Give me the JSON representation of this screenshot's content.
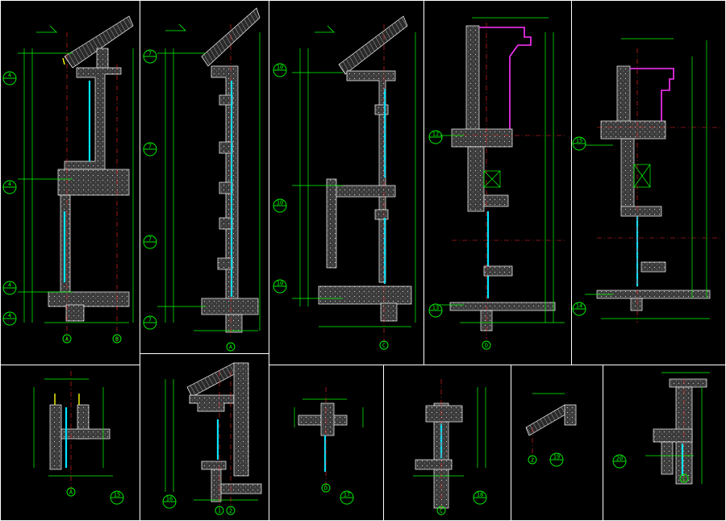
{
  "colors": {
    "background": "#000000",
    "frame": "#ffffff",
    "dimension": "#00ff00",
    "glazing": "#00e5ff",
    "axis": "#ff2a2a",
    "trim": "#ff33ff",
    "flashing": "#ffff00"
  },
  "panels": [
    {
      "id": "p1",
      "tags": [
        "4",
        "4",
        "4"
      ],
      "bottom_tag": "4",
      "axis_marks": [
        "A",
        "B"
      ]
    },
    {
      "id": "p2",
      "tags": [
        "7",
        "7",
        "7"
      ],
      "bottom_tag": "7",
      "axis_marks": [
        "A"
      ]
    },
    {
      "id": "p3",
      "tags": [
        "10",
        "10",
        "10"
      ],
      "bottom_tag": "",
      "axis_marks": [
        "C"
      ]
    },
    {
      "id": "p4",
      "tags": [
        "12"
      ],
      "bottom_tag": "13",
      "axis_marks": [
        "D"
      ]
    },
    {
      "id": "p5",
      "tags": [
        "15"
      ],
      "bottom_tag": "14",
      "axis_marks": []
    },
    {
      "id": "p6",
      "tags": [],
      "bottom_tag": "15",
      "axis_marks": [
        "A"
      ]
    },
    {
      "id": "p7",
      "tags": [],
      "bottom_tag": "16",
      "axis_marks": [
        "1",
        "2"
      ]
    },
    {
      "id": "p8",
      "tags": [],
      "bottom_tag": "17",
      "axis_marks": [
        "D"
      ]
    },
    {
      "id": "p9",
      "tags": [],
      "bottom_tag": "18",
      "axis_marks": [
        "C"
      ]
    },
    {
      "id": "p10",
      "tags": [],
      "bottom_tag": "19",
      "axis_marks": [
        "2"
      ]
    },
    {
      "id": "p11",
      "tags": [
        "20"
      ],
      "bottom_tag": "",
      "axis_marks": [
        "C"
      ]
    }
  ]
}
